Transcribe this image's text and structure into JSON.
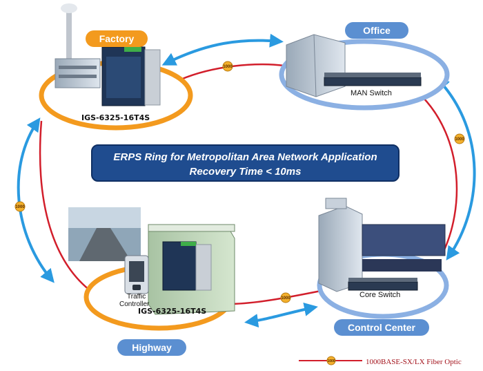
{
  "banner": {
    "line1": "ERPS Ring for Metropolitan Area Network Application",
    "line2": "Recovery Time < 10ms"
  },
  "sites": {
    "factory": {
      "label": "Factory",
      "device": "IGS-6325-16T4S"
    },
    "office": {
      "label": "Office",
      "device": "MAN Switch"
    },
    "control_center": {
      "label": "Control Center",
      "device": "Core Switch"
    },
    "highway": {
      "label": "Highway",
      "device": "IGS-6325-16T4S",
      "controller_line1": "Traffic",
      "controller_line2": "Controller"
    }
  },
  "links": {
    "badge_text": "1000"
  },
  "legend": {
    "badge_text": "1000",
    "text": "1000BASE-SX/LX Fiber Optic"
  },
  "colors": {
    "fiber_red": "#d21e2b",
    "arrow_blue": "#2a9ae0",
    "orange": "#f39a1e",
    "light_blue": "#8bb0e3",
    "banner_blue": "#1f4c8f"
  },
  "icons": [
    "factory-icon",
    "office-building-icon",
    "control-center-icon",
    "highway-photo-icon",
    "traffic-controller-icon",
    "street-cabinet-icon",
    "switch-icon"
  ]
}
